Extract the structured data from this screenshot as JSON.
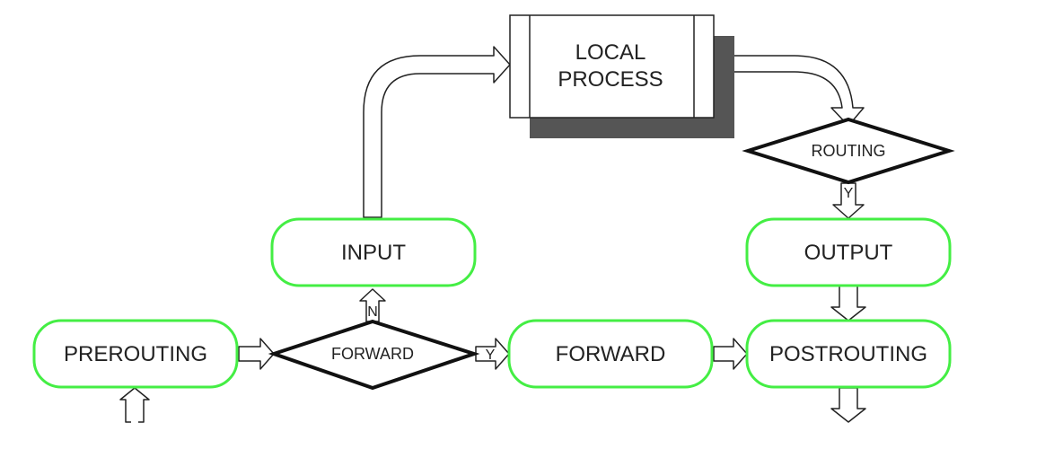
{
  "diagram": {
    "nodes": {
      "local_process": {
        "line1": "LOCAL",
        "line2": "PROCESS"
      },
      "routing": "ROUTING",
      "input": "INPUT",
      "output": "OUTPUT",
      "prerouting": "PREROUTING",
      "forward_decision": "FORWARD",
      "forward": "FORWARD",
      "postrouting": "POSTROUTING"
    },
    "edge_labels": {
      "routing_to_output": "Y",
      "forward_to_input": "N",
      "forward_to_forward": "Y"
    }
  },
  "colors": {
    "chain_border": "#44ee44",
    "decision_border": "#111111",
    "process_shadow": "#555555",
    "line": "#222222"
  }
}
